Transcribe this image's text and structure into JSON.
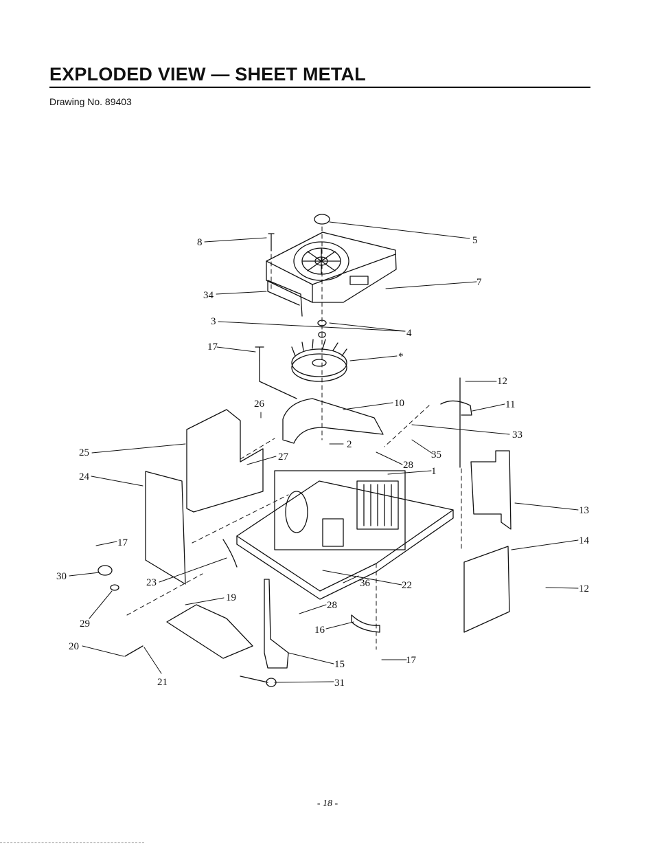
{
  "header": {
    "title": "EXPLODED VIEW — SHEET METAL",
    "drawing_number": "Drawing No. 89403"
  },
  "callouts": [
    "8",
    "5",
    "7",
    "34",
    "3",
    "4",
    "17",
    "*",
    "12",
    "26",
    "10",
    "11",
    "33",
    "25",
    "27",
    "2",
    "35",
    "28",
    "1",
    "24",
    "13",
    "14",
    "17",
    "30",
    "23",
    "12",
    "22",
    "36",
    "19",
    "28",
    "29",
    "16",
    "20",
    "15",
    "17",
    "21",
    "31"
  ],
  "footer": {
    "page_number": "- 18 -"
  }
}
